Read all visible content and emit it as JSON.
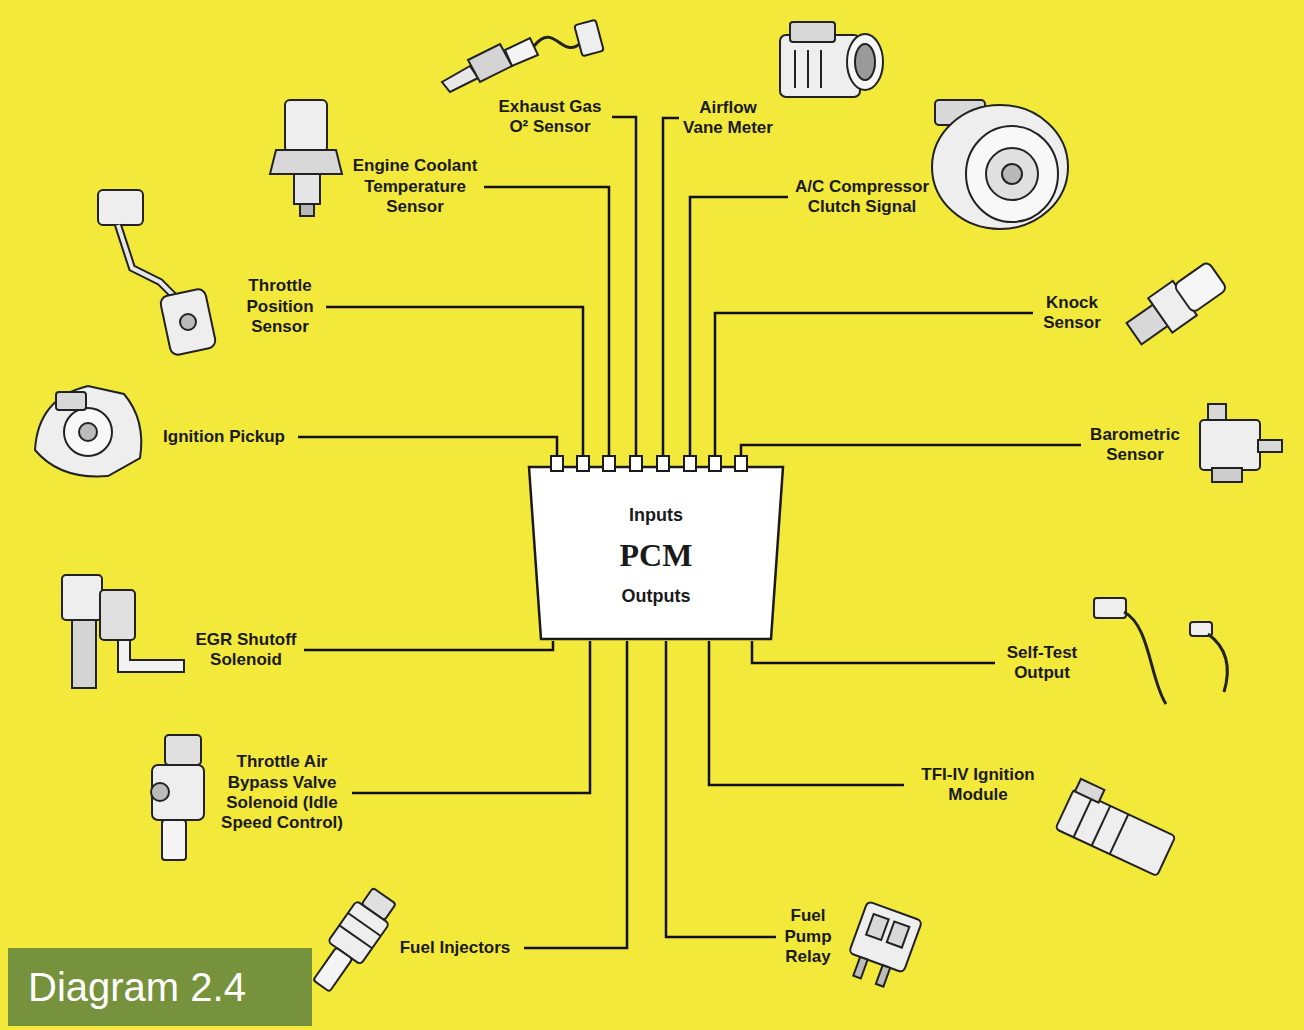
{
  "diagram": {
    "caption": "Diagram 2.4",
    "nodes": [
      {
        "text": [
          "Inputs",
          "PCM",
          "Outputs"
        ]
      },
      {
        "text": [
          "Exhaust Gas O² Sensor"
        ]
      },
      {
        "text": [
          "Airflow Vane Meter"
        ]
      },
      {
        "text": [
          "Engine Coolant Temperature Sensor"
        ]
      },
      {
        "text": [
          "A/C Compressor Clutch Signal"
        ]
      },
      {
        "text": [
          "Throttle Position Sensor"
        ]
      },
      {
        "text": [
          "Knock Sensor"
        ]
      },
      {
        "text": [
          "Ignition Pickup"
        ]
      },
      {
        "text": [
          "Barometric Sensor"
        ]
      },
      {
        "text": [
          "EGR Shutoff Solenoid"
        ]
      },
      {
        "text": [
          "Self-Test Output"
        ]
      },
      {
        "text": [
          "Throttle Air Bypass Valve Solenoid (Idle Speed Control)"
        ]
      },
      {
        "text": [
          "TFI-IV Ignition Module"
        ]
      },
      {
        "text": [
          "Fuel Injectors"
        ]
      },
      {
        "text": [
          "Fuel Pump Relay"
        ]
      }
    ],
    "edges": [
      {
        "from": 1,
        "to": 0,
        "arrow": "none"
      },
      {
        "from": 2,
        "to": 0,
        "arrow": "none"
      },
      {
        "from": 3,
        "to": 0,
        "arrow": "none"
      },
      {
        "from": 4,
        "to": 0,
        "arrow": "none"
      },
      {
        "from": 5,
        "to": 0,
        "arrow": "none"
      },
      {
        "from": 6,
        "to": 0,
        "arrow": "none"
      },
      {
        "from": 7,
        "to": 0,
        "arrow": "none"
      },
      {
        "from": 8,
        "to": 0,
        "arrow": "none"
      },
      {
        "from": 0,
        "to": 9,
        "arrow": "none"
      },
      {
        "from": 0,
        "to": 10,
        "arrow": "none"
      },
      {
        "from": 0,
        "to": 11,
        "arrow": "none"
      },
      {
        "from": 0,
        "to": 12,
        "arrow": "none"
      },
      {
        "from": 0,
        "to": 13,
        "arrow": "none"
      },
      {
        "from": 0,
        "to": 14,
        "arrow": "none"
      }
    ]
  }
}
